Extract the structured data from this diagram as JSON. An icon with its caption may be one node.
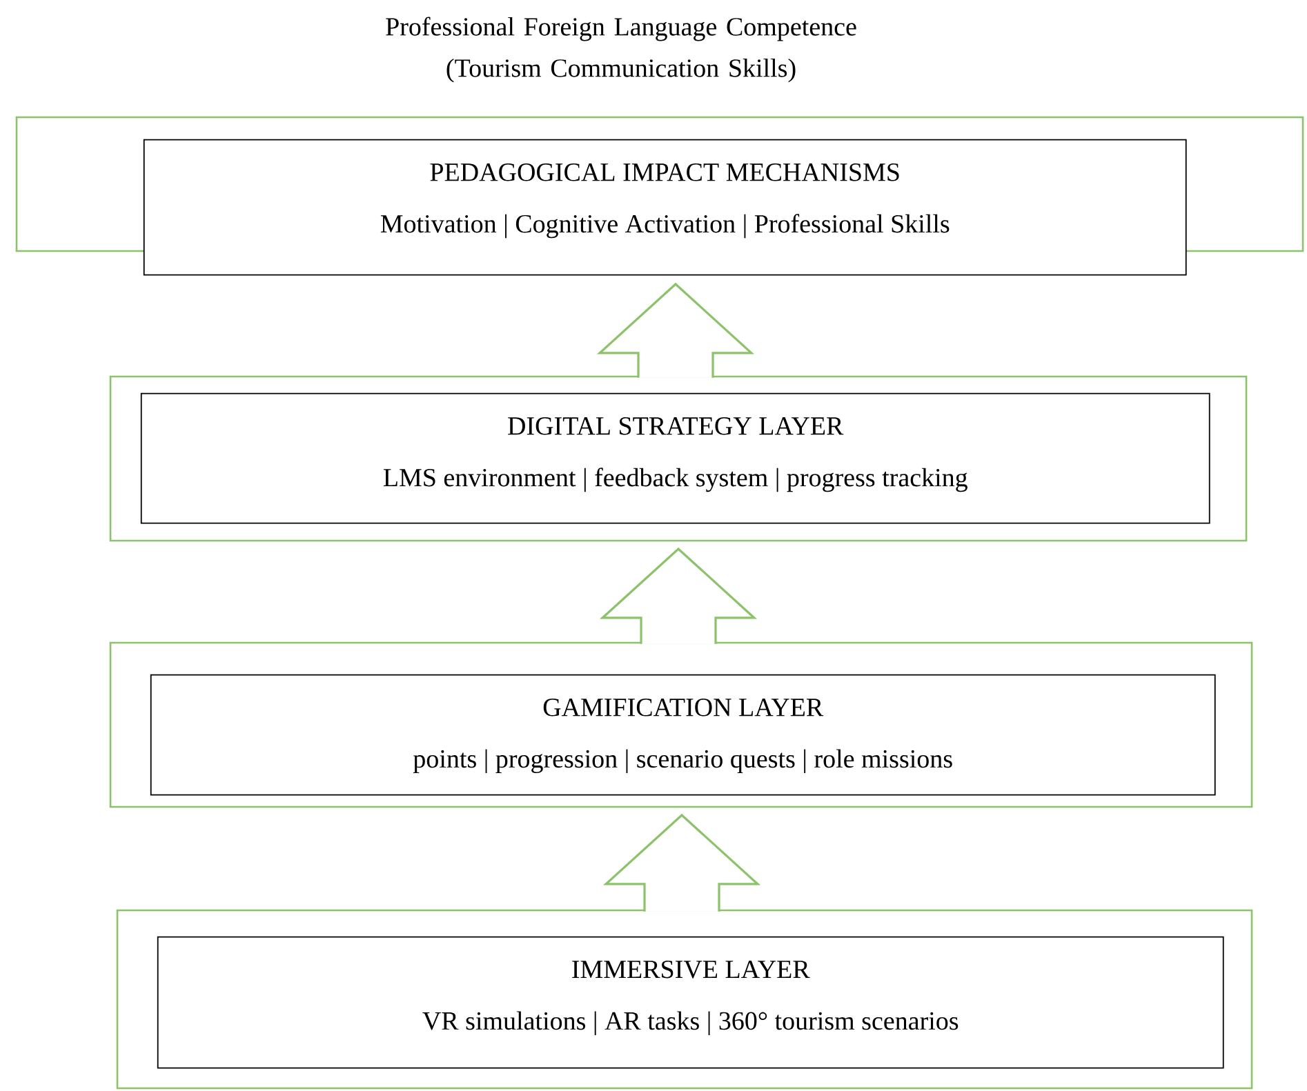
{
  "diagram": {
    "title": "Professional Foreign Language Competence (Tourism Communication Skills)",
    "nodes": [
      {
        "text": [],
        "shape": "box"
      },
      {
        "text": [
          "PEDAGOGICAL IMPACT MECHANISMS",
          "Motivation | Cognitive Activation | Professional Skills"
        ],
        "in": 0
      },
      {
        "text": [],
        "shape": "box"
      },
      {
        "text": [
          "DIGITAL STRATEGY LAYER",
          "LMS environment | feedback system | progress tracking"
        ],
        "in": 2
      },
      {
        "text": [],
        "shape": "box"
      },
      {
        "text": [
          "GAMIFICATION LAYER",
          "points | progression | scenario quests | role missions"
        ],
        "in": 4
      },
      {
        "text": [],
        "shape": "box"
      },
      {
        "text": [
          "IMMERSIVE LAYER",
          "VR simulations | AR tasks | 360° tourism scenarios"
        ],
        "in": 6
      }
    ],
    "edges": [
      {
        "from": 2,
        "to": 1,
        "arrow": "to",
        "style": "thick"
      },
      {
        "from": 4,
        "to": 2,
        "arrow": "to",
        "style": "thick"
      },
      {
        "from": 6,
        "to": 4,
        "arrow": "to",
        "style": "thick"
      }
    ]
  }
}
